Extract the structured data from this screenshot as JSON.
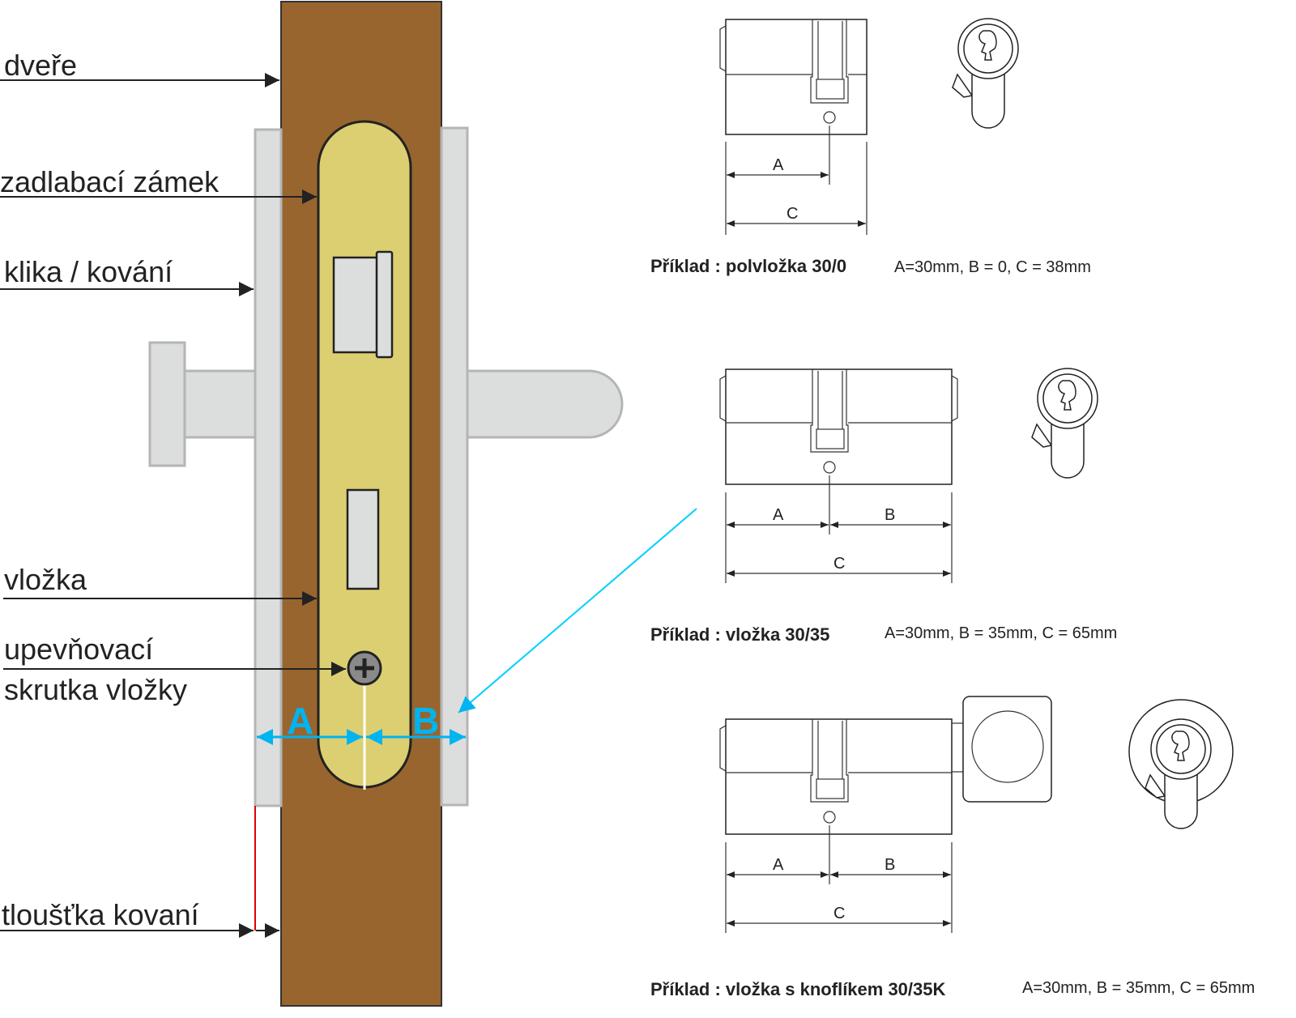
{
  "labels": {
    "door": "dveře",
    "mortise_lock": "zadlabací zámek",
    "handle": "klika / kování",
    "cylinder": "vložka",
    "screw_line1": "upevňovací",
    "screw_line2": "skrutka vložky",
    "fitting_thickness": "tloušťka kovaní",
    "dim_a": "A",
    "dim_b": "B"
  },
  "examples": [
    {
      "title": "Příklad : polvložka 30/0",
      "values": "A=30mm,  B = 0,  C = 38mm",
      "dims": [
        "A",
        "C"
      ]
    },
    {
      "title": "Příklad : vložka 30/35",
      "values": "A=30mm,  B = 35mm,  C = 65mm",
      "dims": [
        "A",
        "B",
        "C"
      ]
    },
    {
      "title": "Příklad : vložka s knoflíkem 30/35K",
      "values": "A=30mm, B = 35mm, C = 65mm",
      "dims": [
        "A",
        "B",
        "C"
      ]
    }
  ],
  "colors": {
    "door": "#98652f",
    "lock": "#dccf72",
    "fitting": "#dcdddd",
    "accent": "#00b4f0",
    "red": "#e00000"
  }
}
